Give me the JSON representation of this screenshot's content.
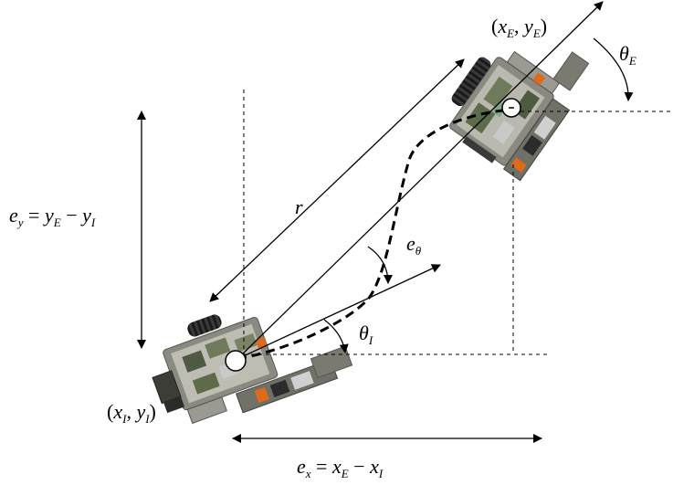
{
  "labels": {
    "end_pose": {
      "open": "(",
      "x": "x",
      "x_sub": "E",
      "comma": ", ",
      "y": "y",
      "y_sub": "E",
      "close": ")"
    },
    "theta_end": {
      "sym": "θ",
      "sub": "E"
    },
    "distance": "r",
    "ey": {
      "lhs": "e",
      "lhs_sub": "y",
      "eq": " = ",
      "a": "y",
      "a_sub": "E",
      "minus": " − ",
      "b": "y",
      "b_sub": "I"
    },
    "etheta": {
      "sym": "e",
      "sub": "θ"
    },
    "theta_init": {
      "sym": "θ",
      "sub": "I"
    },
    "init_pose": {
      "open": "(",
      "x": "x",
      "x_sub": "I",
      "comma": ", ",
      "y": "y",
      "y_sub": "I",
      "close": ")"
    },
    "ex": {
      "lhs": "e",
      "lhs_sub": "x",
      "eq": " = ",
      "a": "x",
      "a_sub": "E",
      "minus": " − ",
      "b": "x",
      "b_sub": "I"
    }
  }
}
